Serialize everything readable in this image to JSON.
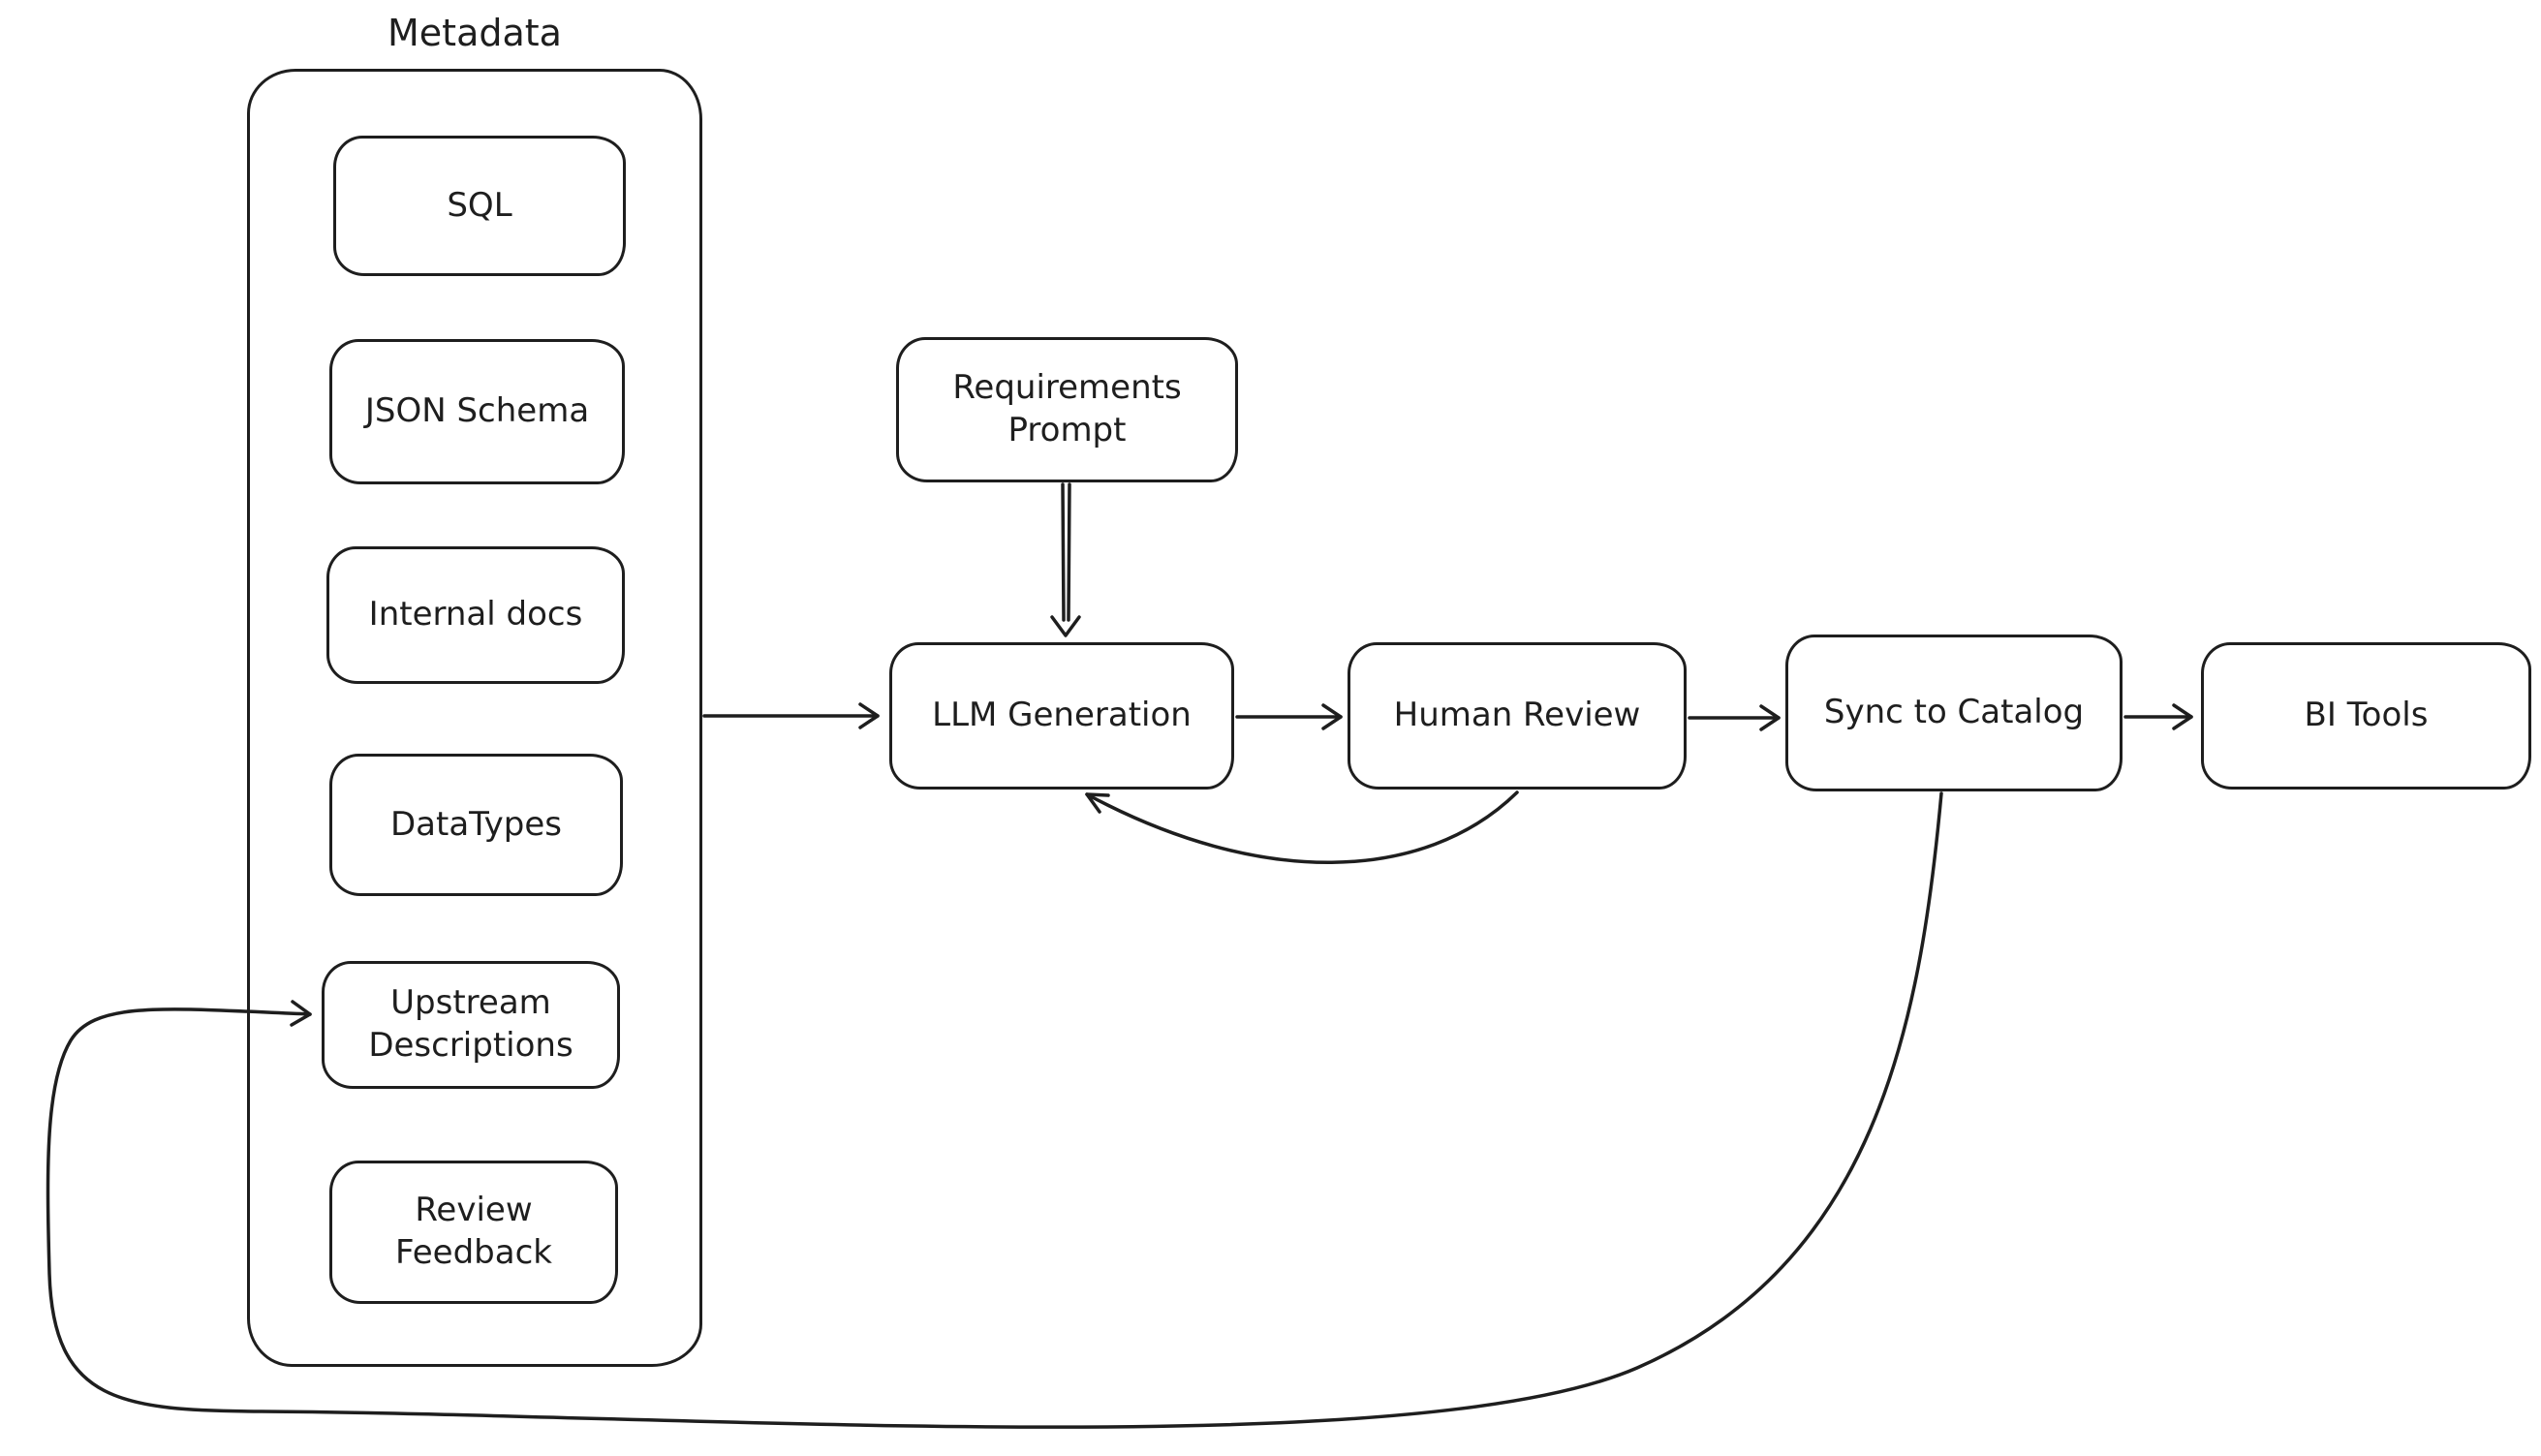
{
  "diagram": {
    "colors": {
      "stroke": "#1e1e1e",
      "background": "#ffffff"
    },
    "group": {
      "label": "Metadata",
      "items": [
        {
          "label": "SQL"
        },
        {
          "label": "JSON Schema"
        },
        {
          "label": "Internal docs"
        },
        {
          "label": "DataTypes"
        },
        {
          "label": "Upstream\nDescriptions"
        },
        {
          "label": "Review\nFeedback"
        }
      ]
    },
    "nodes": [
      {
        "id": "requirements-prompt",
        "label": "Requirements\nPrompt"
      },
      {
        "id": "llm-generation",
        "label": "LLM Generation"
      },
      {
        "id": "human-review",
        "label": "Human Review"
      },
      {
        "id": "sync-to-catalog",
        "label": "Sync to Catalog"
      },
      {
        "id": "bi-tools",
        "label": "BI Tools"
      }
    ],
    "edges": [
      {
        "from": "Metadata",
        "to": "LLM Generation"
      },
      {
        "from": "Requirements Prompt",
        "to": "LLM Generation"
      },
      {
        "from": "LLM Generation",
        "to": "Human Review"
      },
      {
        "from": "Human Review",
        "to": "Sync to Catalog"
      },
      {
        "from": "Sync to Catalog",
        "to": "BI Tools"
      },
      {
        "from": "Human Review",
        "to": "LLM Generation",
        "type": "feedback-loop"
      },
      {
        "from": "Sync to Catalog",
        "to": "Upstream Descriptions",
        "type": "feedback-loop"
      }
    ]
  }
}
